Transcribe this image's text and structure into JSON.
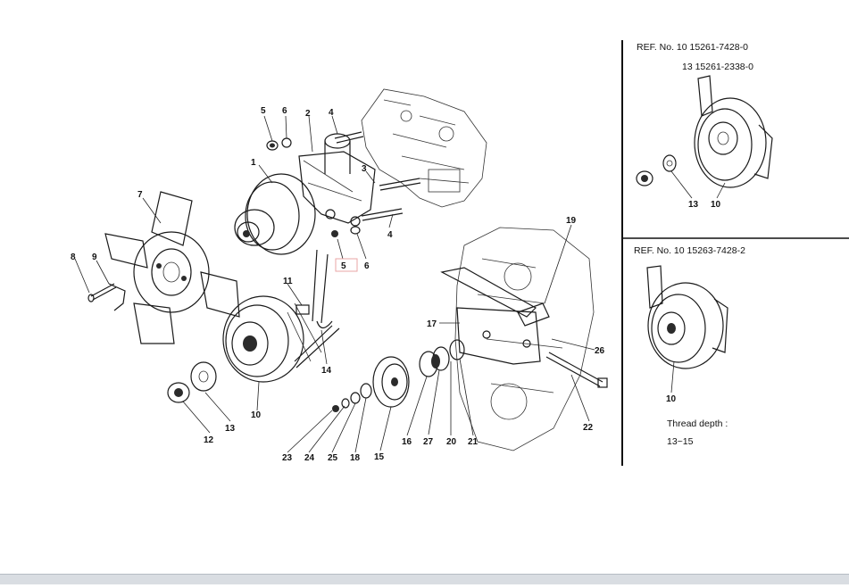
{
  "callouts": {
    "c1": "1",
    "c2": "2",
    "c3": "3",
    "c4a": "4",
    "c4b": "4",
    "c5a": "5",
    "c5b": "5",
    "c6a": "6",
    "c6b": "6",
    "c7": "7",
    "c8": "8",
    "c9": "9",
    "c10": "10",
    "c11": "11",
    "c12": "12",
    "c13": "13",
    "c14": "14",
    "c15": "15",
    "c16": "16",
    "c17": "17",
    "c18": "18",
    "c19": "19",
    "c20": "20",
    "c21": "21",
    "c22": "22",
    "c23": "23",
    "c24": "24",
    "c25": "25",
    "c26": "26",
    "c27": "27"
  },
  "inset_top": {
    "ref_line1": "REF. No. 10  15261-7428-0",
    "ref_line2": "13  15261-2338-0",
    "callout_13": "13",
    "callout_10": "10"
  },
  "inset_bottom": {
    "ref_line": "REF. No. 10  15263-7428-2",
    "callout_10": "10",
    "note_label": "Thread depth :",
    "note_value": "13~15"
  }
}
